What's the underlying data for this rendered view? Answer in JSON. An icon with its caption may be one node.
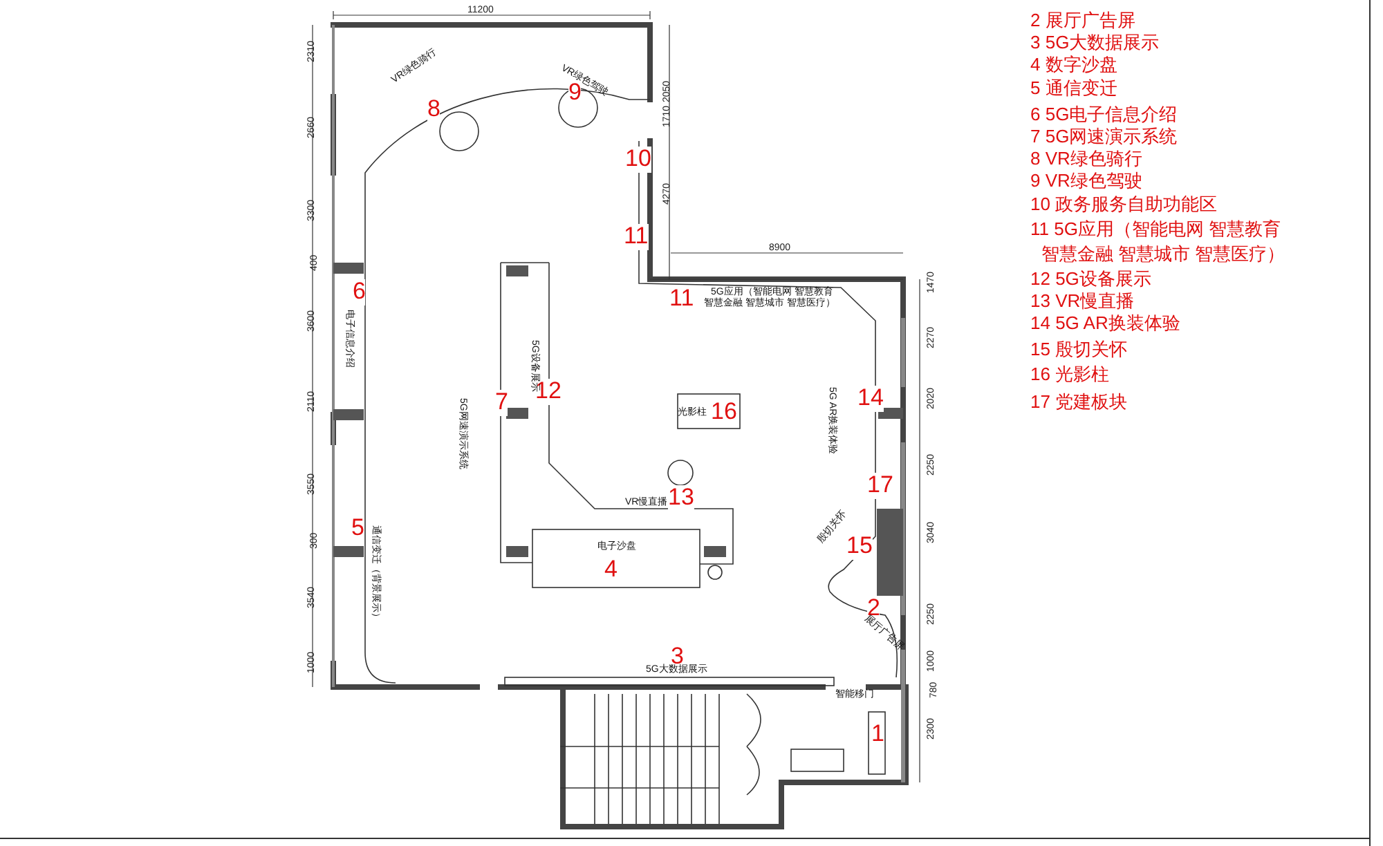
{
  "diagram": {
    "labels": [
      "11200",
      "2310",
      "2660",
      "3300",
      "400",
      "3600",
      "2110",
      "3550",
      "300",
      "3540",
      "1000",
      "2050",
      "1710",
      "4270",
      "8900",
      "1470",
      "2270",
      "2020",
      "2250",
      "3040",
      "2250",
      "1000",
      "780",
      "2300",
      "8",
      "9",
      "10",
      "11",
      "6",
      "11",
      "7",
      "12",
      "16",
      "14",
      "17",
      "13",
      "5",
      "15",
      "4",
      "2",
      "3",
      "1",
      "VR绿色骑行",
      "VR绿色驾驶",
      "电子信息介绍",
      "5G网速演示系统",
      "5G设备展示",
      "5G应用（智能电网 智慧教育智慧金融 智慧城市 智慧医疗）",
      "光影柱",
      "5G AR换装体验",
      "VR慢直播",
      "通信变迁（背景展示）",
      "电子沙盘",
      "殷切关怀",
      "展厅广告屏",
      "5G大数据展示",
      "智能移门",
      "2 展厅广告屏",
      "3 5G大数据展示",
      "4 数字沙盘",
      "5 通信变迁",
      "6 5G电子信息介绍",
      "7 5G网速演示系统",
      "8 VR绿色骑行",
      "9 VR绿色驾驶",
      "10  政务服务自助功能区",
      "11 5G应用（智能电网 智慧教育智慧金融 智慧城市 智慧医疗）",
      "12 5G设备展示",
      "13 VR慢直播",
      "14  5G AR换装体验",
      "15 殷切关怀",
      "16 光影柱",
      "17 党建板块"
    ]
  }
}
